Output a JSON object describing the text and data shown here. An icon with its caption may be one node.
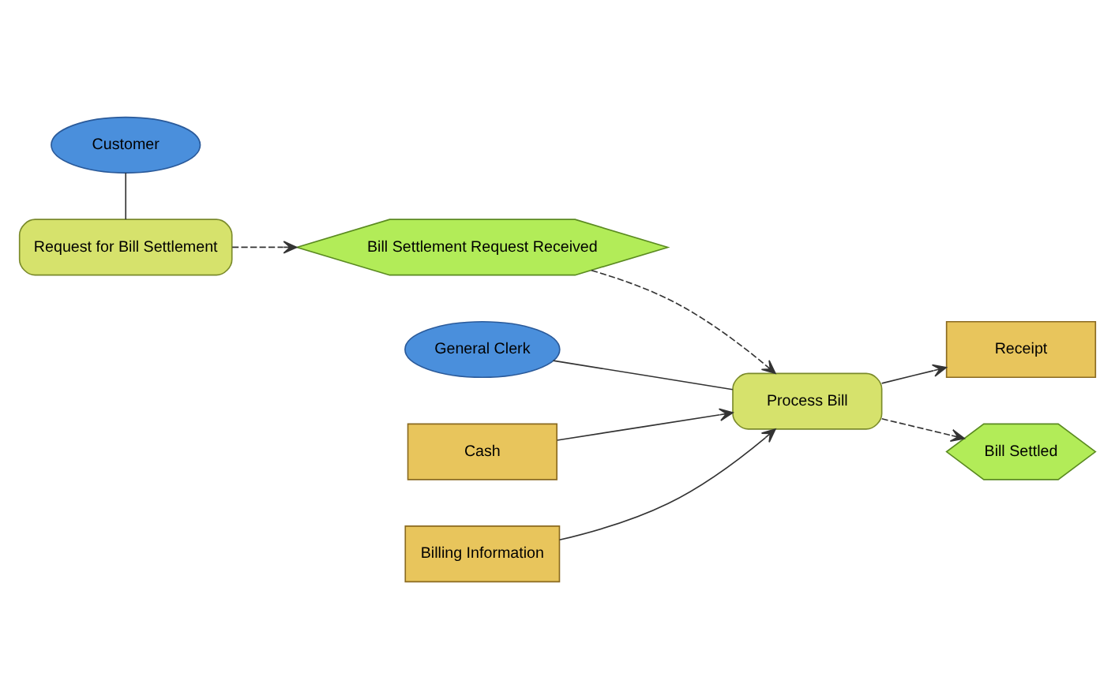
{
  "diagram": {
    "nodes": [
      {
        "text": [
          "Customer"
        ]
      },
      {
        "text": [
          "Request for Bill Settlement"
        ]
      },
      {
        "text": [
          "Bill Settlement Request Received"
        ]
      },
      {
        "text": [
          "General Clerk"
        ]
      },
      {
        "text": [
          "Cash"
        ]
      },
      {
        "text": [
          "Billing Information"
        ]
      },
      {
        "text": [
          "Process Bill"
        ]
      },
      {
        "text": [
          "Receipt"
        ]
      },
      {
        "text": [
          "Bill Settled"
        ]
      }
    ],
    "edges": [
      {
        "from": 0,
        "to": 1,
        "arrow": "none"
      },
      {
        "from": 1,
        "to": 2,
        "arrow": "to",
        "style": "dashed"
      },
      {
        "from": 2,
        "to": 6,
        "arrow": "to",
        "style": "dashed"
      },
      {
        "from": 3,
        "to": 6,
        "arrow": "none"
      },
      {
        "from": 4,
        "to": 6,
        "arrow": "to"
      },
      {
        "from": 5,
        "to": 6,
        "arrow": "to"
      },
      {
        "from": 6,
        "to": 7,
        "arrow": "to"
      },
      {
        "from": 6,
        "to": 8,
        "arrow": "to",
        "style": "dashed"
      }
    ]
  }
}
